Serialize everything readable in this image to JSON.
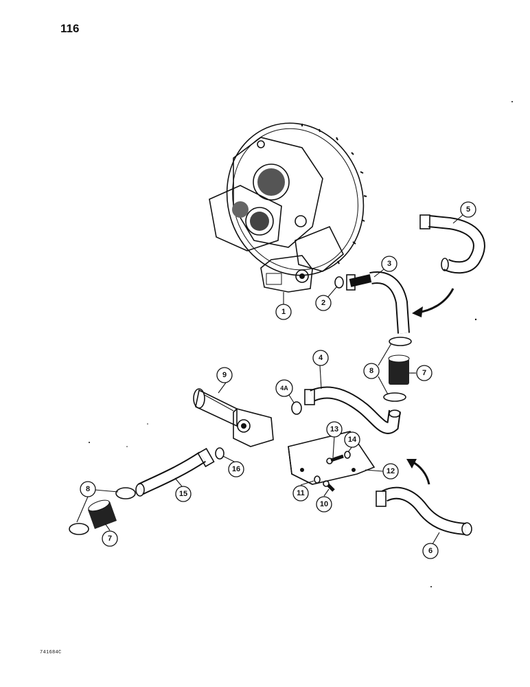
{
  "page": {
    "number": "116",
    "ref_code": "741684C"
  },
  "callouts": [
    {
      "id": "c1",
      "label": "1"
    },
    {
      "id": "c2",
      "label": "2"
    },
    {
      "id": "c3",
      "label": "3"
    },
    {
      "id": "c4",
      "label": "4"
    },
    {
      "id": "c4a",
      "label": "4A"
    },
    {
      "id": "c5",
      "label": "5"
    },
    {
      "id": "c6",
      "label": "6"
    },
    {
      "id": "c7a",
      "label": "7"
    },
    {
      "id": "c7b",
      "label": "7"
    },
    {
      "id": "c8a",
      "label": "8"
    },
    {
      "id": "c8b",
      "label": "8"
    },
    {
      "id": "c9",
      "label": "9"
    },
    {
      "id": "c10",
      "label": "10"
    },
    {
      "id": "c11",
      "label": "11"
    },
    {
      "id": "c12",
      "label": "12"
    },
    {
      "id": "c13",
      "label": "13"
    },
    {
      "id": "c14",
      "label": "14"
    },
    {
      "id": "c15",
      "label": "15"
    },
    {
      "id": "c16",
      "label": "16"
    }
  ]
}
